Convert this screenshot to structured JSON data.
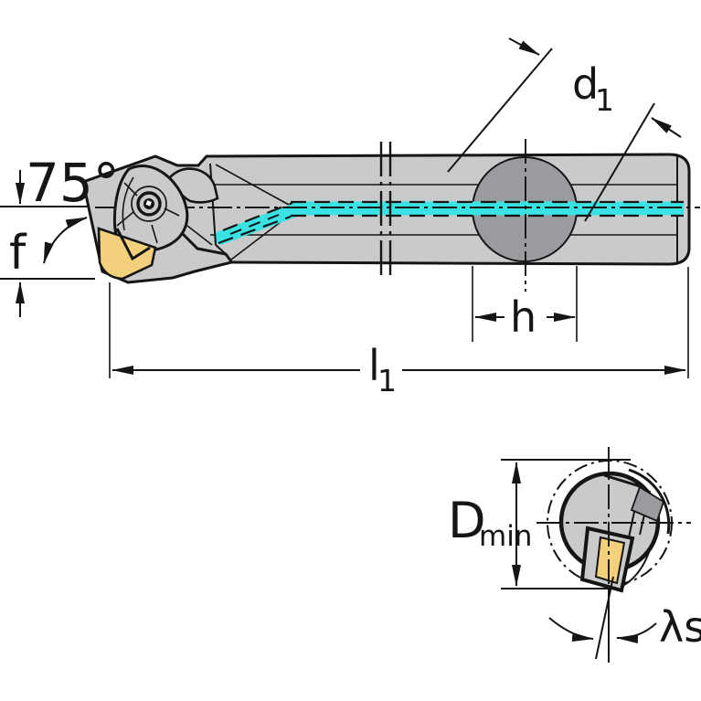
{
  "drawing": {
    "type": "technical-drawing-boring-bar",
    "labels": {
      "lead_angle": {
        "text": "75°"
      },
      "f": {
        "text": "f"
      },
      "d1": {
        "base": "d",
        "sub": "1"
      },
      "h": {
        "text": "h"
      },
      "l1": {
        "base": "l",
        "sub": "1"
      },
      "dmin": {
        "base": "D",
        "sub": "min"
      },
      "lambda_s": {
        "text": "λs"
      }
    },
    "colors": {
      "body-gray": "#c9cacb",
      "dark-gray": "#9a9b9e",
      "insert-yellow": "#f3d07c",
      "coolant-cyan": "#3be2e3",
      "line-black": "#151515",
      "bg": "#ffffff"
    }
  }
}
